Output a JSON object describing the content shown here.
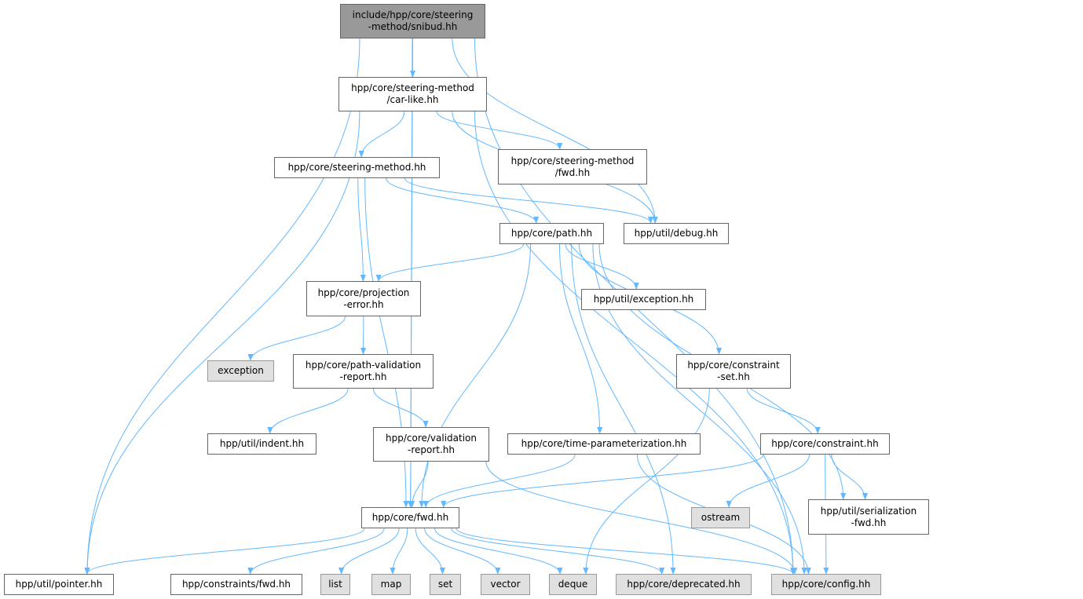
{
  "colors": {
    "edge": "#63b8ff",
    "root_fill": "#999999",
    "external_fill": "#e0e0e0",
    "node_border": "#666666"
  },
  "nodes": {
    "root": {
      "label": "include/hpp/core/steering\n-method/snibud.hh",
      "kind": "root"
    },
    "carlike": {
      "label": "hpp/core/steering-method\n/car-like.hh",
      "kind": "local"
    },
    "smfwd": {
      "label": "hpp/core/steering-method\n/fwd.hh",
      "kind": "local"
    },
    "sm": {
      "label": "hpp/core/steering-method.hh",
      "kind": "local"
    },
    "path": {
      "label": "hpp/core/path.hh",
      "kind": "local"
    },
    "debug": {
      "label": "hpp/util/debug.hh",
      "kind": "local"
    },
    "proj": {
      "label": "hpp/core/projection\n-error.hh",
      "kind": "local"
    },
    "utilexc": {
      "label": "hpp/util/exception.hh",
      "kind": "local"
    },
    "exception": {
      "label": "exception",
      "kind": "external"
    },
    "pvr": {
      "label": "hpp/core/path-validation\n-report.hh",
      "kind": "local"
    },
    "cset": {
      "label": "hpp/core/constraint\n-set.hh",
      "kind": "local"
    },
    "indent": {
      "label": "hpp/util/indent.hh",
      "kind": "local"
    },
    "vr": {
      "label": "hpp/core/validation\n-report.hh",
      "kind": "local"
    },
    "tp": {
      "label": "hpp/core/time-parameterization.hh",
      "kind": "local"
    },
    "constraint": {
      "label": "hpp/core/constraint.hh",
      "kind": "local"
    },
    "fwd": {
      "label": "hpp/core/fwd.hh",
      "kind": "local"
    },
    "ostream": {
      "label": "ostream",
      "kind": "external"
    },
    "serial": {
      "label": "hpp/util/serialization\n-fwd.hh",
      "kind": "local"
    },
    "pointer": {
      "label": "hpp/util/pointer.hh",
      "kind": "local"
    },
    "cfwd": {
      "label": "hpp/constraints/fwd.hh",
      "kind": "local"
    },
    "list": {
      "label": "list",
      "kind": "external"
    },
    "map": {
      "label": "map",
      "kind": "external"
    },
    "set": {
      "label": "set",
      "kind": "external"
    },
    "vector": {
      "label": "vector",
      "kind": "external"
    },
    "deque": {
      "label": "deque",
      "kind": "external"
    },
    "deprecated": {
      "label": "hpp/core/deprecated.hh",
      "kind": "external"
    },
    "config": {
      "label": "hpp/core/config.hh",
      "kind": "external"
    }
  },
  "edges": [
    [
      "root",
      "carlike"
    ],
    [
      "root",
      "debug"
    ],
    [
      "root",
      "config"
    ],
    [
      "root",
      "pointer"
    ],
    [
      "root",
      "fwd"
    ],
    [
      "carlike",
      "sm"
    ],
    [
      "carlike",
      "smfwd"
    ],
    [
      "carlike",
      "debug"
    ],
    [
      "carlike",
      "config"
    ],
    [
      "carlike",
      "pointer"
    ],
    [
      "carlike",
      "fwd"
    ],
    [
      "sm",
      "path"
    ],
    [
      "sm",
      "debug"
    ],
    [
      "sm",
      "proj"
    ],
    [
      "sm",
      "fwd"
    ],
    [
      "path",
      "proj"
    ],
    [
      "path",
      "utilexc"
    ],
    [
      "path",
      "cset"
    ],
    [
      "path",
      "tp"
    ],
    [
      "path",
      "fwd"
    ],
    [
      "path",
      "config"
    ],
    [
      "path",
      "deprecated"
    ],
    [
      "path",
      "serial"
    ],
    [
      "proj",
      "exception"
    ],
    [
      "proj",
      "pvr"
    ],
    [
      "pvr",
      "indent"
    ],
    [
      "pvr",
      "vr"
    ],
    [
      "vr",
      "fwd"
    ],
    [
      "vr",
      "config"
    ],
    [
      "tp",
      "fwd"
    ],
    [
      "tp",
      "config"
    ],
    [
      "cset",
      "constraint"
    ],
    [
      "cset",
      "deque"
    ],
    [
      "constraint",
      "fwd"
    ],
    [
      "constraint",
      "ostream"
    ],
    [
      "constraint",
      "serial"
    ],
    [
      "constraint",
      "config"
    ],
    [
      "fwd",
      "pointer"
    ],
    [
      "fwd",
      "cfwd"
    ],
    [
      "fwd",
      "list"
    ],
    [
      "fwd",
      "map"
    ],
    [
      "fwd",
      "set"
    ],
    [
      "fwd",
      "vector"
    ],
    [
      "fwd",
      "deque"
    ],
    [
      "fwd",
      "deprecated"
    ],
    [
      "fwd",
      "config"
    ]
  ]
}
